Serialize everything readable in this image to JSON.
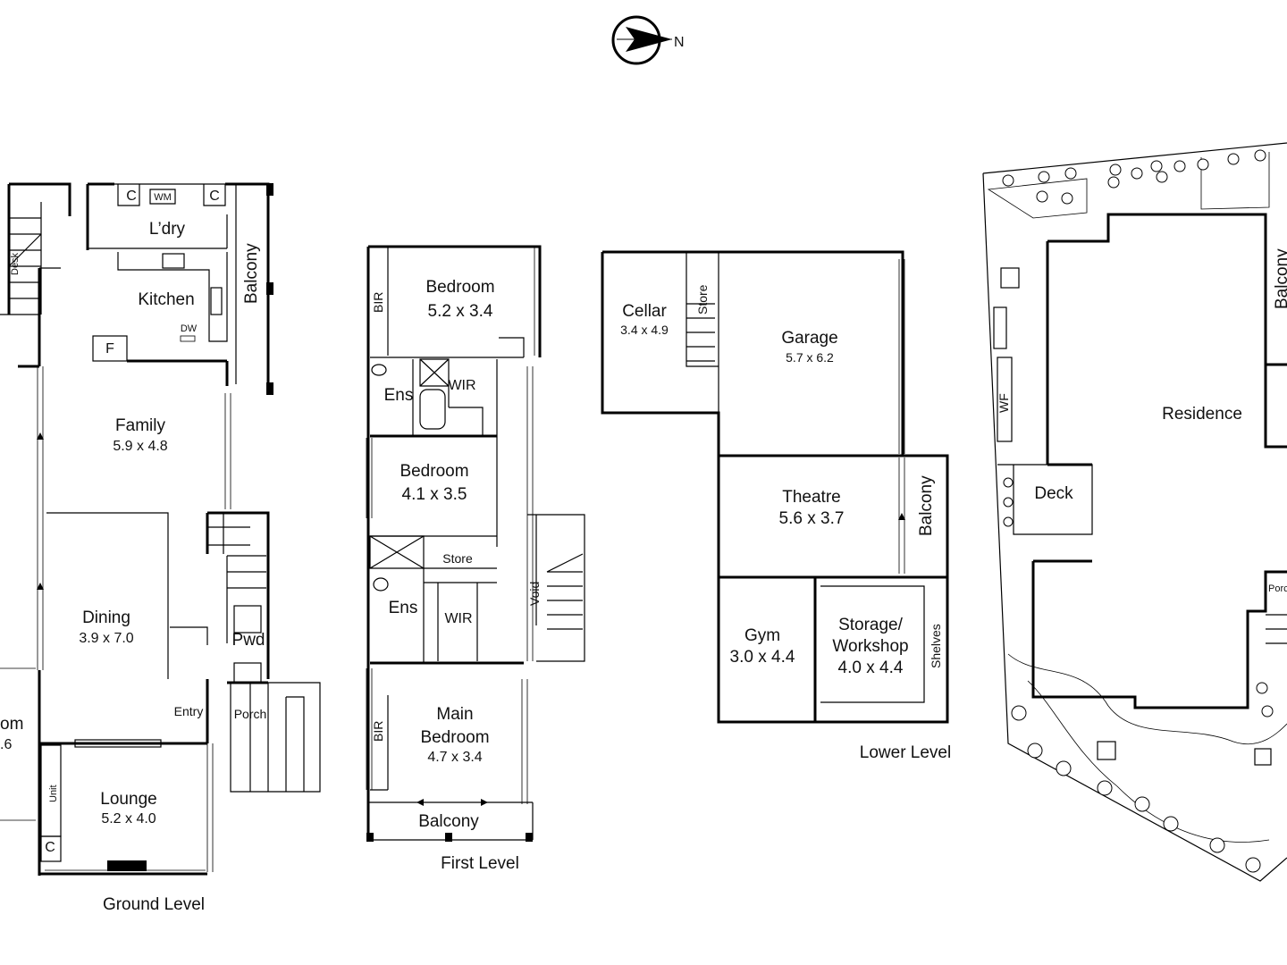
{
  "compass": {
    "label": "N",
    "icon": "north-arrow-icon"
  },
  "levels": {
    "ground": "Ground Level",
    "first": "First Level",
    "lower": "Lower Level"
  },
  "ground": {
    "laundry": "L’dry",
    "cupboard_c1": "C",
    "cupboard_c2": "C",
    "washing_machine": "WM",
    "kitchen": "Kitchen",
    "dishwasher": "DW",
    "fridge": "F",
    "balcony": "Balcony",
    "family": "Family",
    "family_dim": "5.9 x 4.8",
    "dining": "Dining",
    "dining_dim": "3.9 x 7.0",
    "powder": "Pwd",
    "entry": "Entry",
    "porch": "Porch",
    "lounge": "Lounge",
    "lounge_dim": "5.2 x 4.0",
    "unit": "Unit",
    "cupboard_c3": "C",
    "cut_room_partial": "om",
    "cut_dim_partial": ".6",
    "cut_label_partial": "Desk"
  },
  "first": {
    "bir1": "BIR",
    "bedroom1": "Bedroom",
    "bedroom1_dim": "5.2 x 3.4",
    "ens1": "Ens",
    "wir1": "WIR",
    "bedroom2": "Bedroom",
    "bedroom2_dim": "4.1 x 3.5",
    "store": "Store",
    "ens2": "Ens",
    "wir2": "WIR",
    "void": "Void",
    "bir2": "BIR",
    "main_bedroom_1": "Main",
    "main_bedroom_2": "Bedroom",
    "main_bedroom_dim": "4.7 x 3.4",
    "balcony": "Balcony"
  },
  "lower": {
    "cellar": "Cellar",
    "cellar_dim": "3.4 x 4.9",
    "store": "Store",
    "garage": "Garage",
    "garage_dim": "5.7 x 6.2",
    "theatre": "Theatre",
    "theatre_dim": "5.6 x 3.7",
    "balcony": "Balcony",
    "gym": "Gym",
    "gym_dim": "3.0 x 4.4",
    "storage_1": "Storage/",
    "storage_2": "Workshop",
    "storage_dim": "4.0 x 4.4",
    "shelves": "Shelves"
  },
  "site": {
    "residence": "Residence",
    "deck": "Deck",
    "balcony": "Balcony",
    "wf": "WF",
    "porch_partial": "Porc"
  }
}
